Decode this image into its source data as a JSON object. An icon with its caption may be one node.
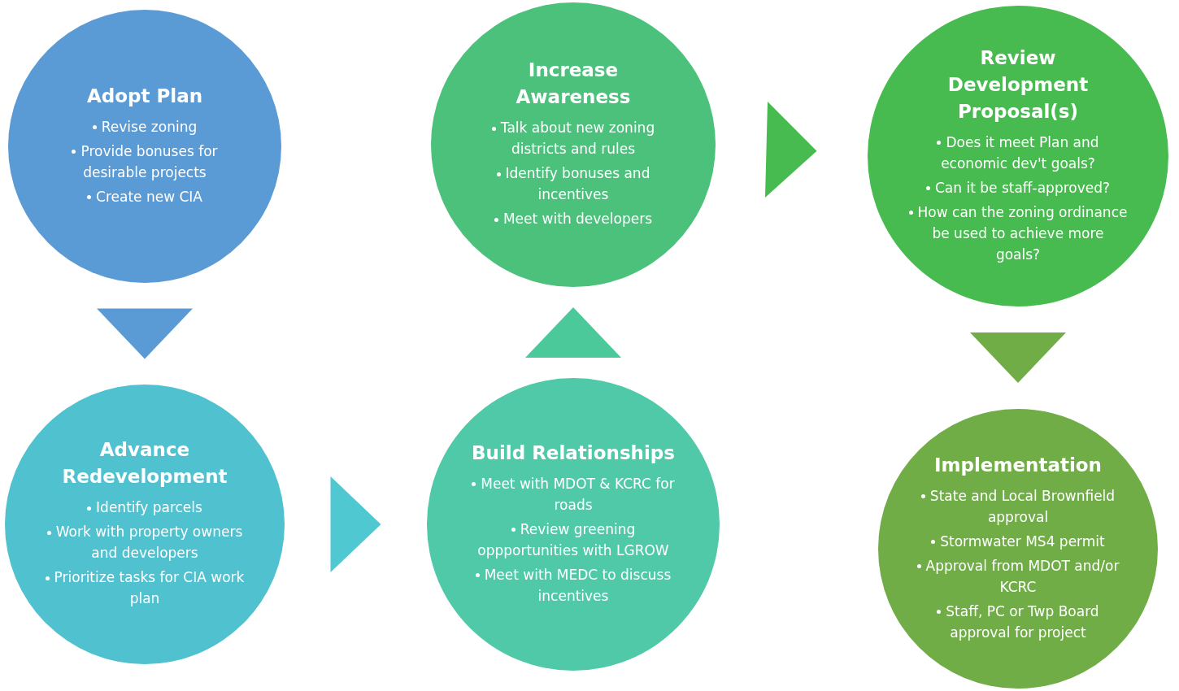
{
  "diagram": {
    "nodes": [
      {
        "text": [
          "Adopt Plan",
          "Revise zoning",
          "Provide bonuses for desirable projects",
          "Create new CIA"
        ]
      },
      {
        "text": [
          "Increase Awareness",
          "Talk about new zoning districts and rules",
          "Identify bonuses and incentives",
          "Meet with developers"
        ]
      },
      {
        "text": [
          "Review Development Proposal(s)",
          "Does it meet Plan and economic dev't goals?",
          "Can it be staff-approved?",
          "How can the zoning ordinance be used to achieve more goals?"
        ]
      },
      {
        "text": [
          "Advance Redevelopment",
          "Identify parcels",
          "Work with property owners and developers",
          "Prioritize tasks for CIA work plan"
        ]
      },
      {
        "text": [
          "Build Relationships",
          "Meet with MDOT & KCRC for roads",
          "Review greening oppportunities with LGROW",
          "Meet with MEDC to discuss incentives"
        ]
      },
      {
        "text": [
          "Implementation",
          "State and Local Brownfield approval",
          "Stormwater MS4 permit",
          "Approval from MDOT and/or KCRC",
          "Staff, PC or Twp Board approval for project"
        ]
      }
    ],
    "edges": [
      {
        "from": 0,
        "to": 3,
        "arrow": "to",
        "color": "#5b9bd5"
      },
      {
        "from": 3,
        "to": 4,
        "arrow": "to",
        "color": "#50c8d2"
      },
      {
        "from": 4,
        "to": 1,
        "arrow": "to",
        "color": "#4cc99a"
      },
      {
        "from": 1,
        "to": 2,
        "arrow": "to",
        "color": "#47bb4f"
      },
      {
        "from": 2,
        "to": 5,
        "arrow": "to",
        "color": "#70ad47"
      }
    ]
  }
}
